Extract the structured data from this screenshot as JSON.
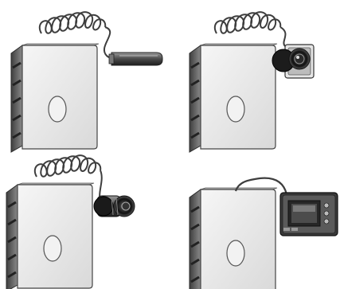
{
  "panels": [
    {
      "id": "top-left",
      "device": "usb-stick-connector"
    },
    {
      "id": "top-right",
      "device": "webcam-camera"
    },
    {
      "id": "bottom-left",
      "device": "round-camera-lens"
    },
    {
      "id": "bottom-right",
      "device": "digital-camera"
    }
  ],
  "colors": {
    "box_front": "#ececec",
    "box_side": "#6f6f6f",
    "box_top": "#c9c9c9",
    "cable": "#4a4a4a",
    "device_dark": "#2b2b2b",
    "outline": "#3a3a3a"
  }
}
